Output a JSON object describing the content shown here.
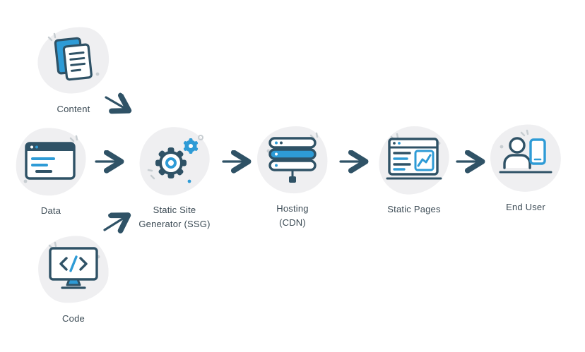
{
  "diagram": {
    "nodes": [
      {
        "id": "content",
        "label_lines": [
          "Content"
        ]
      },
      {
        "id": "data",
        "label_lines": [
          "Data"
        ]
      },
      {
        "id": "code",
        "label_lines": [
          "Code"
        ]
      },
      {
        "id": "ssg",
        "label_lines": [
          "Static Site",
          "Generator (SSG)"
        ]
      },
      {
        "id": "hosting",
        "label_lines": [
          "Hosting",
          "(CDN)"
        ]
      },
      {
        "id": "static_pages",
        "label_lines": [
          "Static Pages"
        ]
      },
      {
        "id": "end_user",
        "label_lines": [
          "End User"
        ]
      }
    ],
    "edges": [
      {
        "from": "content",
        "to": "ssg"
      },
      {
        "from": "data",
        "to": "ssg"
      },
      {
        "from": "code",
        "to": "ssg"
      },
      {
        "from": "ssg",
        "to": "hosting"
      },
      {
        "from": "hosting",
        "to": "static_pages"
      },
      {
        "from": "static_pages",
        "to": "end_user"
      }
    ],
    "colors": {
      "outline": "#2f5266",
      "accent": "#2e9bd6",
      "blob": "#efeff1",
      "background": "#ffffff",
      "label_text": "#3b4a54",
      "sparkle_gray": "#c7cdd1"
    }
  }
}
